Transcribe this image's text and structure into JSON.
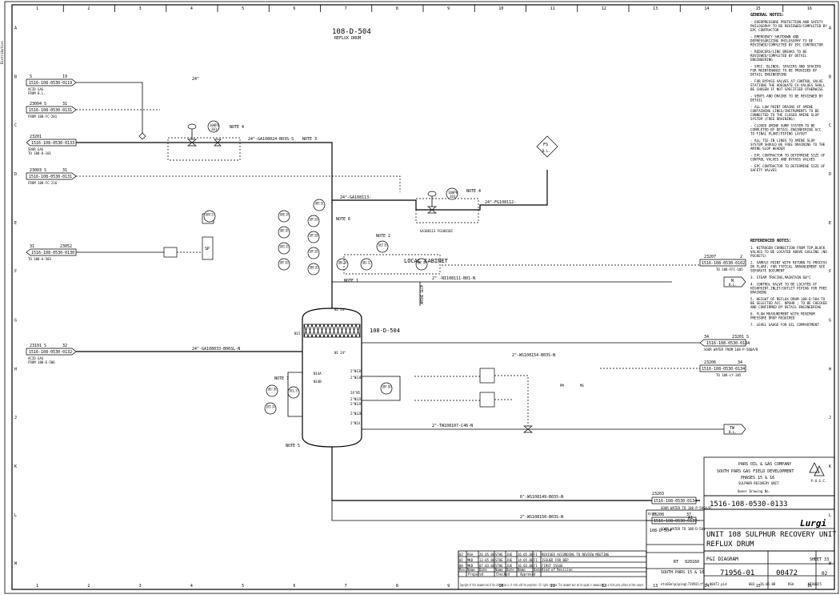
{
  "sheet": {
    "col_numbers": [
      "1",
      "2",
      "3",
      "4",
      "5",
      "6",
      "7",
      "8",
      "9",
      "10",
      "11",
      "12",
      "13",
      "14",
      "15",
      "16"
    ],
    "row_letters": [
      "A",
      "B",
      "C",
      "D",
      "E",
      "F",
      "G",
      "H",
      "J",
      "K",
      "L",
      "M"
    ],
    "side_left": "Distribution"
  },
  "equipment": {
    "header_tag": "108-D-504",
    "header_name": "REFLUX DRUM",
    "vessel_tag": "108-D-504"
  },
  "general_notes": {
    "title": "GENERAL NOTES:",
    "items": [
      "- OVERPRESSURE PROTECTION AND SAFETY PHILOSOPHY TO BE REVIEWED/COMPLETED BY EPC CONTRACTOR",
      "- EMERGENCY SHUTDOWN AND DEPRESSURIZING PHILOSOPHY TO BE REVIEWED/COMPLETED BY EPC CONTRACTOR",
      "- REDUCERS/LINE BREAKS TO BE REVIEWED/COMPLETED BY DETAIL ENGINEERING",
      "- SPEC. BLINDS, SPACERS AND SPACERS FOR MAINTENANCE TO BE PROVIDED BY DETAIL ENGINEERING",
      "- FOR BYPASS VALVES AT CONTROL VALVE STATIONS THE ADEQUATE CV-VALUES SHALL BE CHOSEN IF NOT SPECIFIED OTHERWISE",
      "- VENTS AND DRAINS TO BE REVIEWED BY DETAIL",
      "- ALL LOW POINT DRAINS OF AMINE CONTAINING LINES/INSTRUMENTS TO BE CONNECTED TO THE CLOSED AMINE SLOP SYSTEM (FREE DRAINING)",
      "- CLOSED AMINE SUMP SYSTEM TO BE COMPLETED BY DETAIL ENGINEERING ACC. TO FINAL PLANT/PIPING LAYOUT",
      "- ALL TIE-IN LINES TO AMINE SLOP SYSTEM SHOULD BE FREE DRAINING TO THE AMINE SLOP HEADER",
      "- EPC CONTRACTOR TO DETERMINE SIZE OF CONTROL VALVES AND BYPASS VALVES",
      "- EPC CONTRACTOR TO DETERMINE SIZE OF SAFETY VALVES"
    ]
  },
  "referenced_notes": {
    "title": "REFERENCED NOTES:",
    "items": [
      "1. NITROGEN CONNECTION FROM TOP,BLOCK VALVES TO BE LOCATED ABOVE GASLINE (NO POCKETS)",
      "2. SAMPLE POINT WITH RETURN TO PROCESS OR FLARE; FOR TYPICAL ARRANGEMENT SEE SEPARATE DOCUMENT",
      "3. STEAM TRACING,MAINTAIN 60°C",
      "4. CONTROL VALVE TO BE LOCATED AT HIGHPOINT,INLET/OUTLET PIPING FOR FREE DRAINING",
      "5. HEIGHT OF REFLUX DRUM 108-D-504 TO BE SELECTED ACC. NPSHR ; TO BE CHECKED AND CONFIRMED BY DETAIL ENGINEERING",
      "6. FLOW MEASUREMENT WITH MINIMUM PRESSURE DROP REQUIRED",
      "7. LEVEL GAUGE FOR OIL COMPARTMENT"
    ]
  },
  "offpage_left": [
    {
      "ref": "S",
      "sheet": "19",
      "doc": "1516-108-0530-0119",
      "desc1": "ACID GAS",
      "desc2": "FROM B.L."
    },
    {
      "ref": "23004 S",
      "sheet": "31",
      "doc": "1516-108-0530-0131",
      "desc1": "",
      "desc2": "FROM 108-FC-201"
    },
    {
      "ref": "23201",
      "sheet": "",
      "doc": "1516-108-0530-0133",
      "desc1": "SOUR GAS",
      "desc2": "TO 108-D-101"
    },
    {
      "ref": "23003 S",
      "sheet": "31",
      "doc": "1516-108-0530-0131",
      "desc1": "",
      "desc2": "FROM 108-FC-216"
    },
    {
      "ref": "31",
      "sheet": "23052",
      "doc": "1516-108-0530-0130",
      "desc1": "",
      "desc2": "TO 108-A-503"
    },
    {
      "ref": "23101 S",
      "sheet": "32",
      "doc": "1516-108-0530-0132",
      "desc1": "ACID GAS",
      "desc2": "FROM 108-E-506"
    }
  ],
  "offpage_right": [
    {
      "ref": "23207",
      "sheet": "2",
      "doc": "1516-108-0530-0102",
      "desc": "TO 108-FFC-105"
    },
    {
      "ref": "34",
      "sheet": "23201 S",
      "doc": "1516-108-0530-0134",
      "desc": "SOUR WATER FROM 108-P-506A/B"
    },
    {
      "ref": "23206",
      "sheet": "34",
      "doc": "1516-108-0530-0134",
      "desc": "TO 108-LY-205"
    },
    {
      "ref": "23203",
      "sheet": "",
      "doc": "1516-108-0530-0134",
      "desc": "SOUR WATER TO 108-P-506A/B"
    },
    {
      "ref": "23208",
      "sheet": "37",
      "doc": "1516-108-0530-0137",
      "desc": "SOUR WATER TO 108-D-505"
    }
  ],
  "bl_boxes": [
    {
      "label": "N",
      "sub": "B.L."
    },
    {
      "label": "TW",
      "sub": "B.L."
    }
  ],
  "lines": {
    "acid_gas_top": "24\"",
    "gas_header": "24\"-GA108024-B03S-S",
    "note3": "NOTE 3",
    "note4a": "NOTE 4",
    "note4b": "NOTE 4",
    "note6": "NOTE 6",
    "note2": "NOTE 2",
    "note1": "NOTE 1",
    "note5": "NOTE 5",
    "note7": "NOTE 7",
    "line_f": "24\"-GA108113-",
    "line_f2": "24\"-FG108112-",
    "line_bypass": "GA108113 FG108102",
    "nitrogen": "2\" -NI108111-B01-N",
    "acid_in": "24\"-GA108033-B06SL-N",
    "sw_upper": "2\"-WS108154-B03S-N",
    "tw_line": "2\"-TW108107-C46-N",
    "sw_lower1": "6\"-WS108149-B03S-N",
    "sw_lower2": "2\"-WS108150-B03S-N",
    "n1": "N1 24\"",
    "n2": "N2 24\"",
    "local_cabinet": "LOCAL CABINET",
    "fs": "FS",
    "bl": "B.L.",
    "drain": "AMINE SLOP",
    "ms": "MS",
    "pm": "PM"
  },
  "nozzles": [
    "2\"N13A",
    "2\"N13B",
    "24\"N5",
    "2\"N12A",
    "2\"N12B",
    "2\"N14",
    "2\"N12C",
    "N14A",
    "N14B",
    "N15"
  ],
  "instruments": [
    "108PI 201",
    "108PDI 204",
    "108PI 205",
    "108PIC 203",
    "108PT 201A",
    "108PT 203A",
    "108PT 203B",
    "108PT 203C",
    "108HS 203",
    "108PSV 214",
    "108AI 204",
    "108LG 212",
    "108LT 205",
    "108LIC 205",
    "108LT 206",
    "108LSLL 207",
    "108FIC 204",
    "108FT 204"
  ],
  "title_block": {
    "company": "PARS OIL & GAS COMPANY",
    "project": "SOUTH PARS GAS FIELD DEVELOPMENT",
    "phases": "PHASES 15 & 16",
    "unit": "SULPHUR RECOVERY UNIT",
    "owner_drawing_label": "Owner Drawing No.",
    "owner_drawing_no": "1516-108-0530-0133",
    "logo": "Lurgi",
    "title1": "UNIT 108 SULPHUR RECOVERY UNIT",
    "title2": "REFLUX DRUM",
    "doc_type": "P&I DIAGRAM",
    "sheet": "SHEET 33",
    "job_no": "71956-01",
    "doc_no": "00472",
    "rev": "02",
    "site": "SOUTH PARS 15 & 16",
    "sw_label": "nts03e\\piping\\71956\\rf",
    "file": "d.00472.pid",
    "scale": "SCALE",
    "date_code": "26.05.08",
    "mini_logo": "PARS",
    "code": "003",
    "code2": "RSA",
    "code3": "NTA0025",
    "owner_logo": "P.O.G.C.",
    "area_label": "Area",
    "area": "108-D-504",
    "orig_sheet": "A1",
    "num_020160": "020160",
    "rt": "RT"
  },
  "revisions": {
    "headers": [
      "Rev.",
      "Name",
      "Date",
      "Name",
      "Date",
      "Name",
      "Date",
      "Kind of Revision"
    ],
    "subheaders": [
      "Prepared",
      "Checked",
      "Approved"
    ],
    "rows": [
      [
        "02",
        "RSA",
        "26.05.08",
        "STHE",
        "JUE",
        "26.05.08",
        "F1",
        "REVISED ACCORDING TO REVIEW MEETING"
      ],
      [
        "01",
        "MKD",
        "13.05.08",
        "STHE",
        "JUE",
        "14.05.08",
        "F1",
        "ISSUED FOR BEP"
      ],
      [
        "00",
        "MKD",
        "07.03.08",
        "STHE",
        "JUE",
        "16.03.08",
        "F1",
        "FIRST ISSUE"
      ]
    ],
    "copyright": "Copyright of this document and of the information in it rests with the proprietor. All rights reserved. This document must not be copied or communicated to a third party without written consent."
  }
}
